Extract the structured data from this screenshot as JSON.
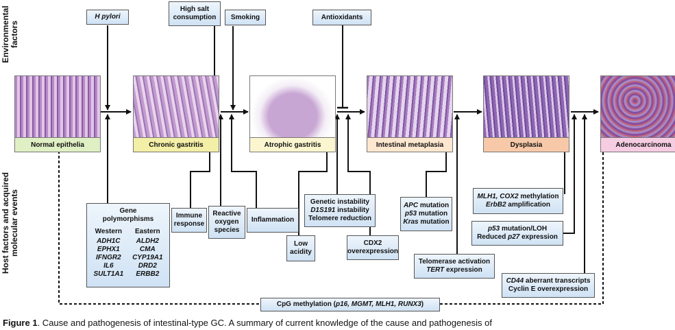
{
  "side_labels": {
    "environmental": [
      "Environmental",
      "factors"
    ],
    "host": [
      "Host factors and acquired",
      "molecular events"
    ]
  },
  "stages": [
    {
      "label": "Normal epithelia",
      "color": "#dff0c4"
    },
    {
      "label": "Chronic gastritis",
      "color": "#f3efa6"
    },
    {
      "label": "Atrophic gastritis",
      "color": "#fbf6cf"
    },
    {
      "label": "Intestinal metaplasia",
      "color": "#fde7cf"
    },
    {
      "label": "Dysplasia",
      "color": "#f7c9a9"
    },
    {
      "label": "Adenocarcinoma",
      "color": "#f6cce2"
    }
  ],
  "environmental": {
    "h_pylori": "H pylori",
    "salt_1": "High salt",
    "salt_2": "consumption",
    "smoking": "Smoking",
    "antioxidants": "Antioxidants"
  },
  "host": {
    "gene_title_1": "Gene",
    "gene_title_2": "polymorphisms",
    "western_header": "Western",
    "eastern_header": "Eastern",
    "western_genes": [
      "ADH1C",
      "EPHX1",
      "IFNGR2",
      "IL6",
      "SULT1A1"
    ],
    "eastern_genes": [
      "ALDH2",
      "CMA",
      "CYP19A1",
      "DRD2",
      "ERBB2"
    ],
    "immune_1": "Immune",
    "immune_2": "response",
    "ros_1": "Reactive",
    "ros_2": "oxygen",
    "ros_3": "species",
    "inflammation": "Inflammation",
    "low_acidity_1": "Low",
    "low_acidity_2": "acidity",
    "genetic_1": "Genetic instability",
    "genetic_2_gene": "D1S191",
    "genetic_2_rest": " instability",
    "genetic_3": "Telomere reduction",
    "cdx2_1": "CDX2",
    "cdx2_2": "overexpression",
    "apc_gene": "APC",
    "p53_gene": "p53",
    "kras_gene": "Kras",
    "mutation_word": " mutation",
    "telomerase_1": "Telomerase activation",
    "tert_gene": "TERT",
    "expression_word": " expression",
    "mlh1_gene": "MLH1, COX2",
    "methylation_word": " methylation",
    "erbb2_gene": "ErbB2",
    "amplification_word": " amplification",
    "p53loh_rest": " mutation/LOH",
    "reduced_word": "Reduced ",
    "p27_gene": "p27",
    "cd44_gene": "CD44",
    "cd44_rest": " aberrant transcripts",
    "cyclin_e": "Cyclin E overexpression",
    "cpg_prefix": "CpG methylation (",
    "cpg_genes": "p16, MGMT, MLH1, RUNX3",
    "cpg_suffix": ")"
  },
  "caption": {
    "figure": "Figure 1",
    "text": ". Cause and pathogenesis of intestinal-type GC. A summary of current knowledge of the cause and pathogenesis of"
  }
}
